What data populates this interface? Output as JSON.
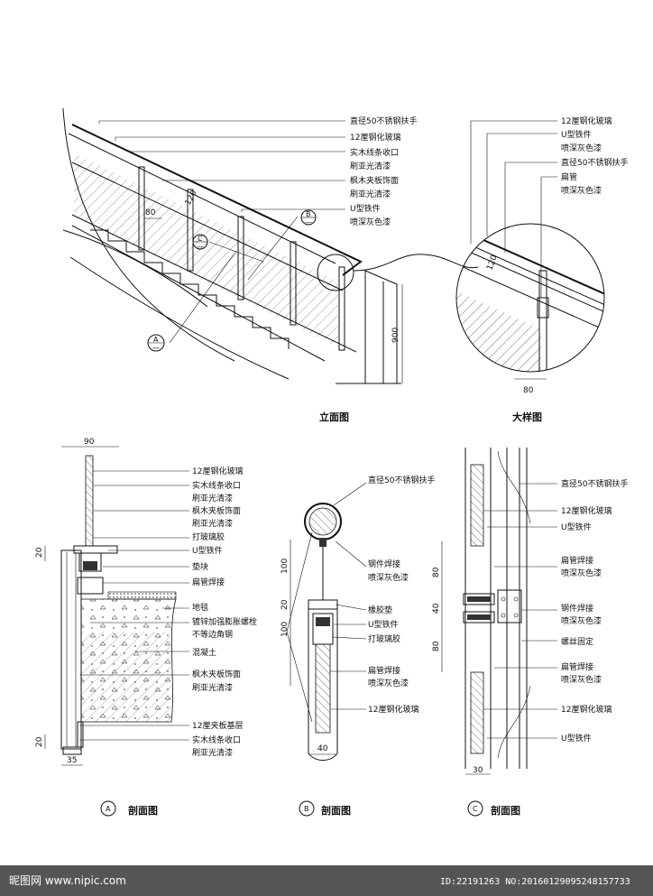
{
  "views": {
    "elevation": {
      "title": "立面图",
      "labels": [
        "直径50不锈钢扶手",
        "12厘钢化玻璃",
        "实木线条收口",
        "刷亚光清漆",
        "枫木夹板饰面",
        "刷亚光清漆",
        "U型铁件",
        "喷深灰色漆"
      ],
      "dims": [
        "80",
        "120",
        "900"
      ],
      "markers": {
        "A": "A",
        "B": "B",
        "C": "C",
        "dash": "—"
      }
    },
    "detail": {
      "title": "大样图",
      "labels": [
        "12厘钢化玻璃",
        "U型铁件",
        "喷深灰色漆",
        "直径50不锈钢扶手",
        "扁管",
        "喷深灰色漆"
      ],
      "dims": [
        "120",
        "80"
      ]
    },
    "section_a": {
      "title": "剖面图",
      "marker": "A",
      "labels": [
        "12厘钢化玻璃",
        "实木线条收口",
        "刷亚光清漆",
        "枫木夹板饰面",
        "刷亚光清漆",
        "打玻璃胶",
        "U型铁件",
        "垫块",
        "扁管焊接",
        "地毯",
        "镀锌加强膨胀螺栓",
        "不等边角钢",
        "混凝土",
        "枫木夹板饰面",
        "刷亚光清漆",
        "12厘夹板基层",
        "实木线条收口",
        "刷亚光清漆"
      ],
      "dims": [
        "90",
        "20",
        "20",
        "35"
      ]
    },
    "section_b": {
      "title": "剖面图",
      "marker": "B",
      "labels": [
        "直径50不锈钢扶手",
        "钢件焊接",
        "喷深灰色漆",
        "橡胶垫",
        "U型铁件",
        "打玻璃胶",
        "扁管焊接",
        "喷深灰色漆",
        "12厘钢化玻璃"
      ],
      "dims": [
        "100",
        "20",
        "100",
        "40"
      ]
    },
    "section_c": {
      "title": "剖面图",
      "marker": "C",
      "labels": [
        "直径50不锈钢扶手",
        "12厘钢化玻璃",
        "U型铁件",
        "扁管焊接",
        "喷深灰色漆",
        "钢件焊接",
        "喷深灰色漆",
        "螺丝固定",
        "扁管焊接",
        "喷深灰色漆",
        "12厘钢化玻璃",
        "U型铁件"
      ],
      "dims": [
        "80",
        "40",
        "80",
        "30"
      ]
    }
  },
  "watermark": {
    "site": "昵图网 www.nipic.com",
    "id": "ID:22191263 NO:20160129095248157733"
  }
}
